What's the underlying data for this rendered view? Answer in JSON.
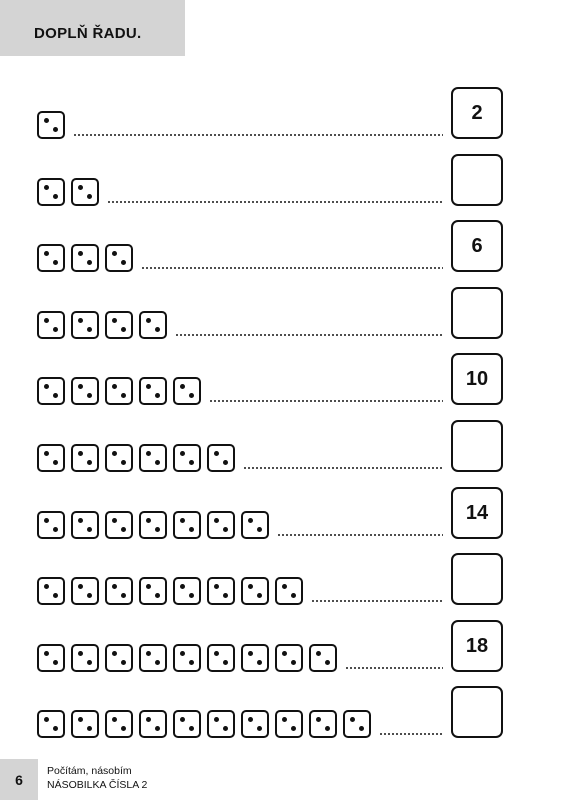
{
  "header": {
    "title": "DOPLŇ ŘADU."
  },
  "rows": [
    {
      "dice_count": 1,
      "answer": "2"
    },
    {
      "dice_count": 2,
      "answer": ""
    },
    {
      "dice_count": 3,
      "answer": "6"
    },
    {
      "dice_count": 4,
      "answer": ""
    },
    {
      "dice_count": 5,
      "answer": "10"
    },
    {
      "dice_count": 6,
      "answer": ""
    },
    {
      "dice_count": 7,
      "answer": "14"
    },
    {
      "dice_count": 8,
      "answer": ""
    },
    {
      "dice_count": 9,
      "answer": "18"
    },
    {
      "dice_count": 10,
      "answer": ""
    }
  ],
  "footer": {
    "page_number": "6",
    "line1": "Počítám, násobím",
    "line2": "NÁSOBILKA ČÍSLA 2"
  }
}
